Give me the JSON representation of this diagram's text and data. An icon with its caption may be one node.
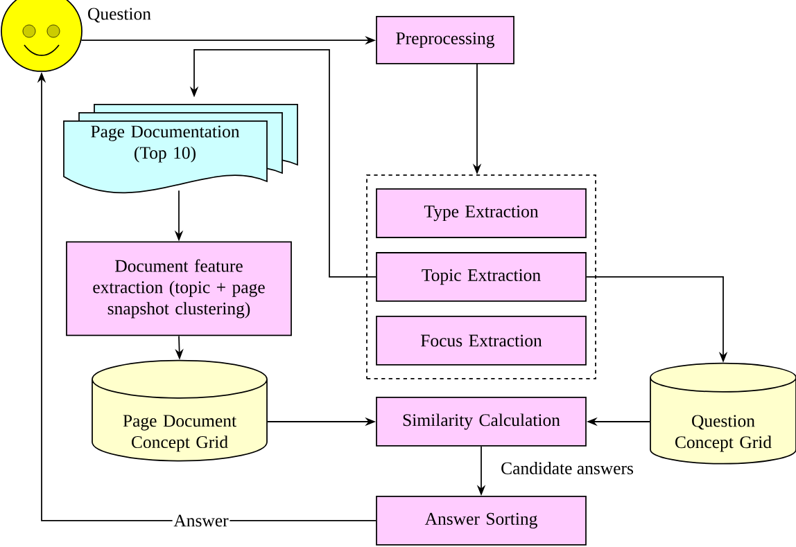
{
  "diagram": {
    "nodes": [
      {
        "text": [],
        "shape": "picture"
      },
      {
        "text": [
          "Preprocessing"
        ]
      },
      {
        "text": [
          "Page Documentation (Top 10)"
        ]
      },
      {
        "text": [],
        "shape": "box"
      },
      {
        "text": [
          "Type Extraction"
        ],
        "in": 3
      },
      {
        "text": [
          "Topic Extraction"
        ],
        "in": 3
      },
      {
        "text": [
          "Focus Extraction"
        ],
        "in": 3
      },
      {
        "text": [
          "Document feature extraction (topic + page snapshot clustering)"
        ]
      },
      {
        "text": [
          "Page Document Concept Grid"
        ]
      },
      {
        "text": [
          "Similarity Calculation"
        ]
      },
      {
        "text": [
          "Question Concept Grid"
        ]
      },
      {
        "text": [
          "Answer Sorting"
        ]
      }
    ],
    "edges": [
      {
        "from": 0,
        "to": 1,
        "arrow": "to",
        "label": "Question"
      },
      {
        "from": 5,
        "to": 2,
        "arrow": "to"
      },
      {
        "from": 1,
        "to": 3,
        "arrow": "to"
      },
      {
        "from": 2,
        "to": 7,
        "arrow": "to"
      },
      {
        "from": 7,
        "to": 8,
        "arrow": "to"
      },
      {
        "from": 5,
        "to": 10,
        "arrow": "to"
      },
      {
        "from": 8,
        "to": 9,
        "arrow": "to"
      },
      {
        "from": 10,
        "to": 9,
        "arrow": "to"
      },
      {
        "from": 9,
        "to": 11,
        "arrow": "to",
        "label": "Candidate answers"
      },
      {
        "from": 11,
        "to": 0,
        "arrow": "to",
        "label": "Answer"
      }
    ]
  }
}
